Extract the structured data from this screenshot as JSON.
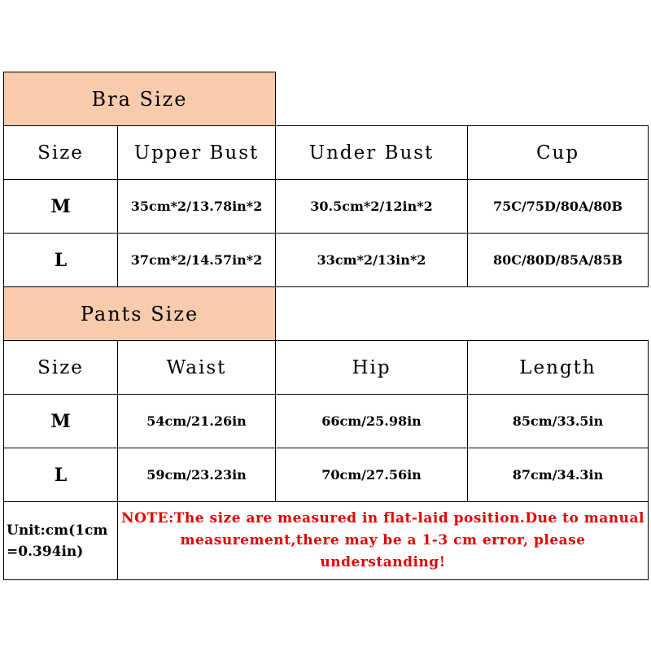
{
  "bra": {
    "title": "Bra Size",
    "headers": [
      "Size",
      "Upper Bust",
      "Under Bust",
      "Cup"
    ],
    "rows": [
      {
        "size": "M",
        "upper_bust": "35cm*2/13.78in*2",
        "under_bust": "30.5cm*2/12in*2",
        "cup": "75C/75D/80A/80B"
      },
      {
        "size": "L",
        "upper_bust": "37cm*2/14.57in*2",
        "under_bust": "33cm*2/13in*2",
        "cup": "80C/80D/85A/85B"
      }
    ]
  },
  "pants": {
    "title": "Pants Size",
    "headers": [
      "Size",
      "Waist",
      "Hip",
      "Length"
    ],
    "rows": [
      {
        "size": "M",
        "waist": "54cm/21.26in",
        "hip": "66cm/25.98in",
        "length": "85cm/33.5in"
      },
      {
        "size": "L",
        "waist": "59cm/23.23in",
        "hip": "70cm/27.56in",
        "length": "87cm/34.3in"
      }
    ]
  },
  "footer": {
    "unit": "Unit:cm(1cm =0.394in)",
    "note": "NOTE:The size are measured in flat-laid position.Due to manual measurement,there may be a 1-3 cm error, please understanding!"
  },
  "colors": {
    "title_bg": "#f8cbad",
    "note_text": "#e00000",
    "border": "#000000"
  }
}
